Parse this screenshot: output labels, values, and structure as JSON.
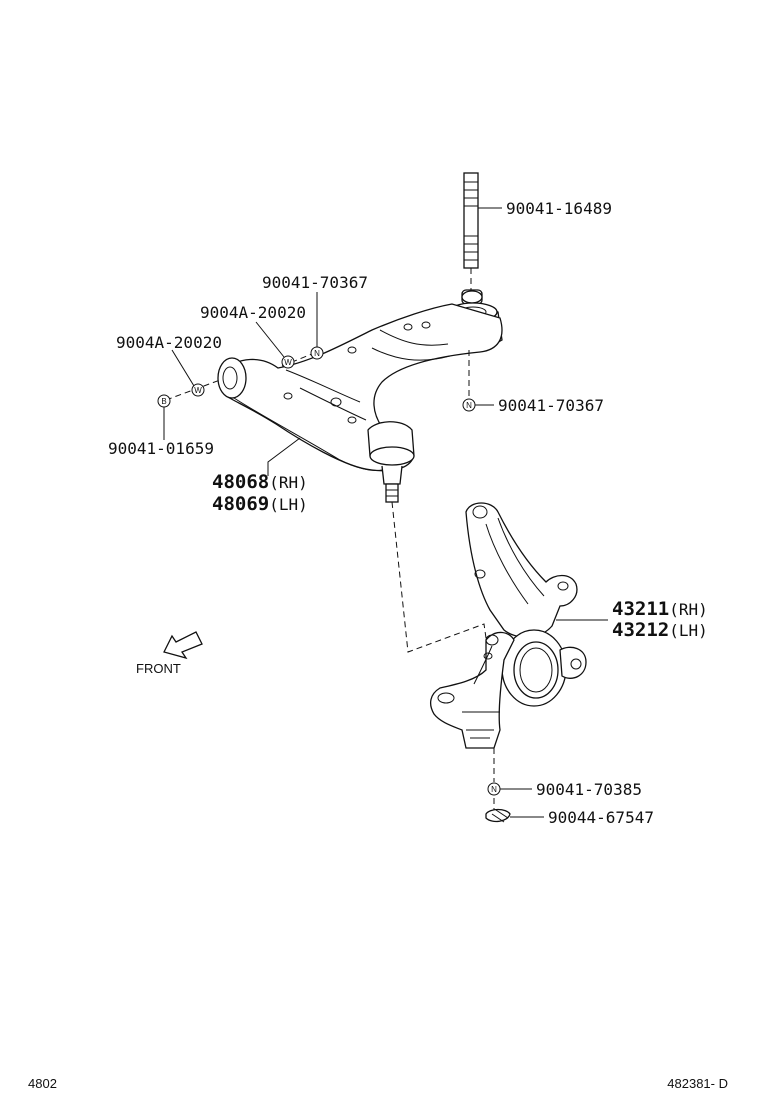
{
  "callouts": {
    "stud_bolt": "90041-16489",
    "nut_top_left": "90041-70367",
    "washer_upper": "9004A-20020",
    "washer_lower": "9004A-20020",
    "nut_right": "90041-70367",
    "bolt": "90041-01659",
    "lower_arm_rh_num": "48068",
    "lower_arm_rh_side": "(RH)",
    "lower_arm_lh_num": "48069",
    "lower_arm_lh_side": "(LH)",
    "knuckle_rh_num": "43211",
    "knuckle_rh_side": "(RH)",
    "knuckle_lh_num": "43212",
    "knuckle_lh_side": "(LH)",
    "nut_bottom": "90041-70385",
    "cotter_pin": "90044-67547"
  },
  "badges": {
    "nut": "N",
    "washer": "W",
    "bolt": "B"
  },
  "direction": {
    "label": "FRONT"
  },
  "footer": {
    "page_code": "4802",
    "figure_code": "482381- D"
  }
}
